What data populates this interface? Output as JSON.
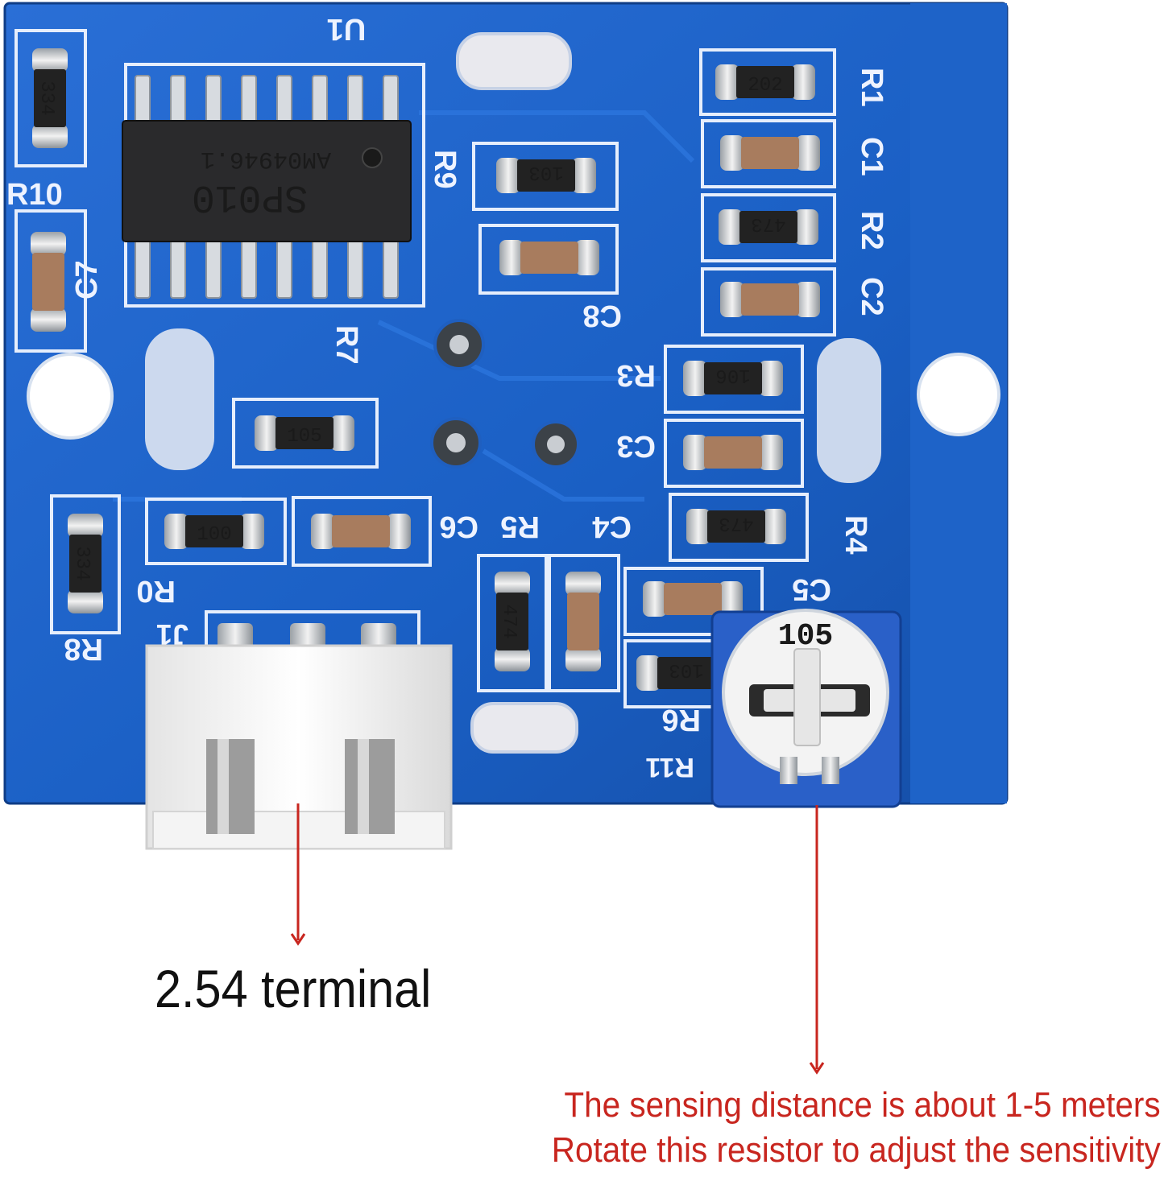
{
  "colors": {
    "pcb": "#1a5fc4",
    "silkscreen": "#eef3ff",
    "arrow": "#c8261f",
    "annotation": "#c8261f"
  },
  "board": {
    "chip_designator": "U1",
    "chip_text_line1": "SP010",
    "chip_text_line2": "AM04946.1",
    "silkscreen_labels": [
      "R1",
      "C1",
      "R2",
      "C2",
      "R3",
      "C3",
      "R4",
      "R5",
      "C6",
      "C4",
      "C5",
      "R6",
      "R7",
      "R8",
      "R9",
      "R10",
      "C7",
      "C8",
      "R0",
      "J1",
      "R11"
    ],
    "resistor_codes": {
      "r1": "202",
      "r2": "473",
      "r3": "106",
      "r4": "473",
      "r9": "103",
      "r7": "105",
      "r0": "100",
      "r10": "334",
      "r8": "334",
      "r5": "474",
      "r6": "103"
    },
    "potentiometer_code": "105"
  },
  "annotations": {
    "terminal": "2.54 terminal",
    "sensing_line1": "The sensing distance is about 1-5 meters",
    "sensing_line2": "Rotate this resistor to adjust the sensitivity"
  }
}
